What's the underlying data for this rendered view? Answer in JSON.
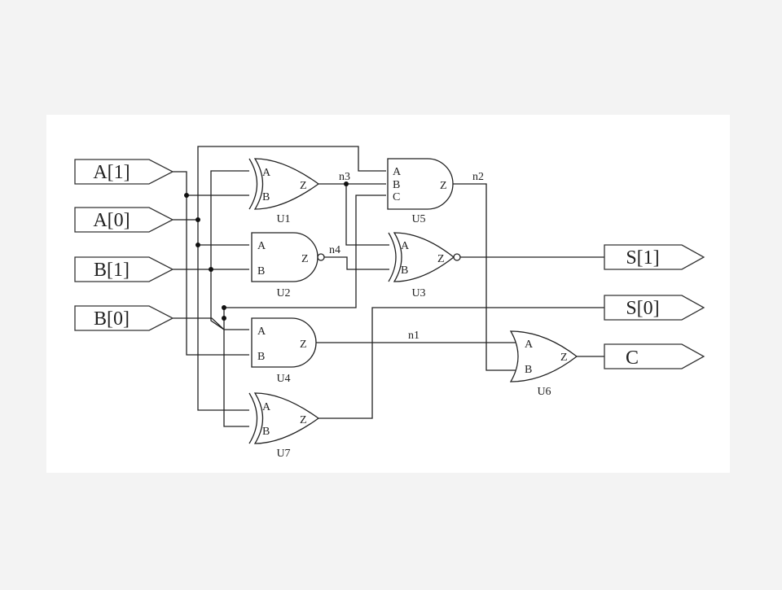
{
  "inputs": [
    {
      "id": "a1",
      "label": "A[1]"
    },
    {
      "id": "a0",
      "label": "A[0]"
    },
    {
      "id": "b1",
      "label": "B[1]"
    },
    {
      "id": "b0",
      "label": "B[0]"
    }
  ],
  "outputs": [
    {
      "id": "s1",
      "label": "S[1]"
    },
    {
      "id": "s0",
      "label": "S[0]"
    },
    {
      "id": "c",
      "label": "C"
    }
  ],
  "gates": {
    "u1": {
      "name": "U1",
      "pins": [
        "A",
        "B",
        "Z"
      ]
    },
    "u2": {
      "name": "U2",
      "pins": [
        "A",
        "B",
        "Z"
      ]
    },
    "u3": {
      "name": "U3",
      "pins": [
        "A",
        "B",
        "Z"
      ]
    },
    "u4": {
      "name": "U4",
      "pins": [
        "A",
        "B",
        "Z"
      ]
    },
    "u5": {
      "name": "U5",
      "pins": [
        "A",
        "B",
        "C",
        "Z"
      ]
    },
    "u6": {
      "name": "U6",
      "pins": [
        "A",
        "B",
        "Z"
      ]
    },
    "u7": {
      "name": "U7",
      "pins": [
        "A",
        "B",
        "Z"
      ]
    }
  },
  "nets": {
    "n1": "n1",
    "n2": "n2",
    "n3": "n3",
    "n4": "n4"
  }
}
